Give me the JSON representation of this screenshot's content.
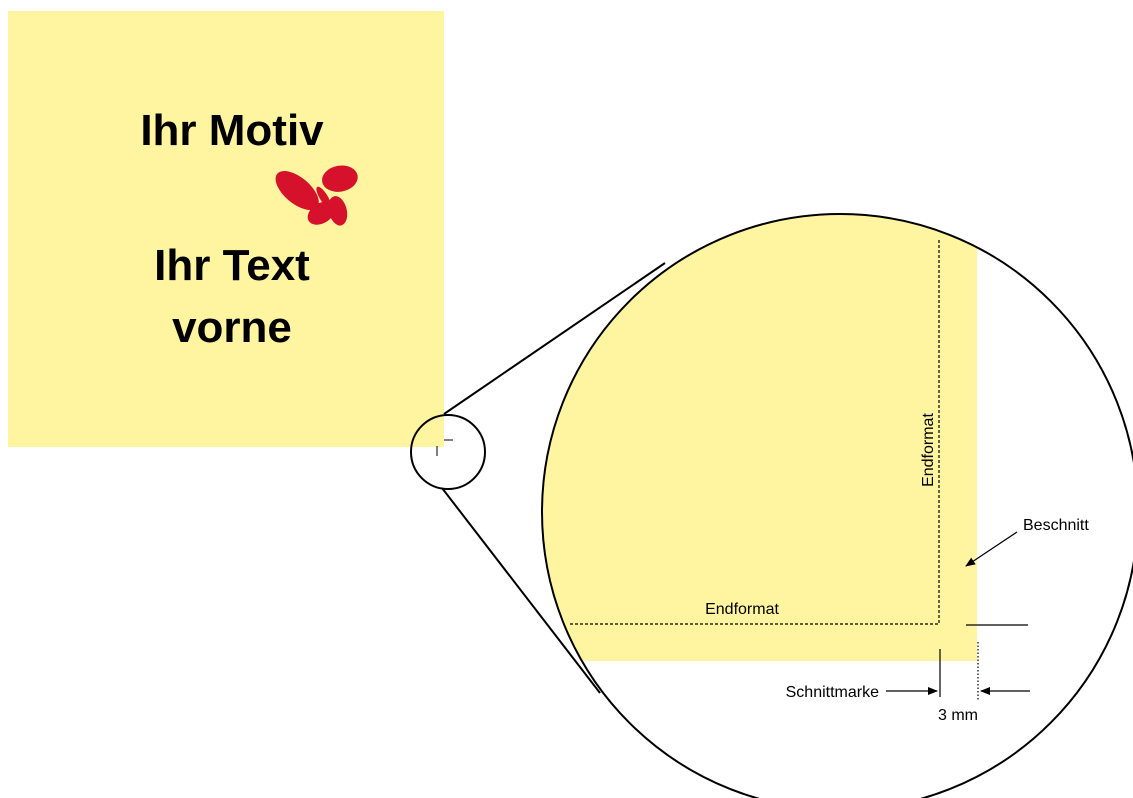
{
  "card": {
    "motif_label": "Ihr Motiv",
    "text_label_line1": "Ihr Text",
    "text_label_line2": "vorne",
    "background_color": "#fff49f",
    "butterfly_color": "#d6112b",
    "butterfly_icon": "butterfly-icon"
  },
  "zoom": {
    "endformat_horizontal_label": "Endformat",
    "endformat_vertical_label": "Endformat",
    "beschnitt_label": "Beschnitt",
    "schnittmarke_label": "Schnittmarke",
    "bleed_size_label": "3 mm"
  }
}
